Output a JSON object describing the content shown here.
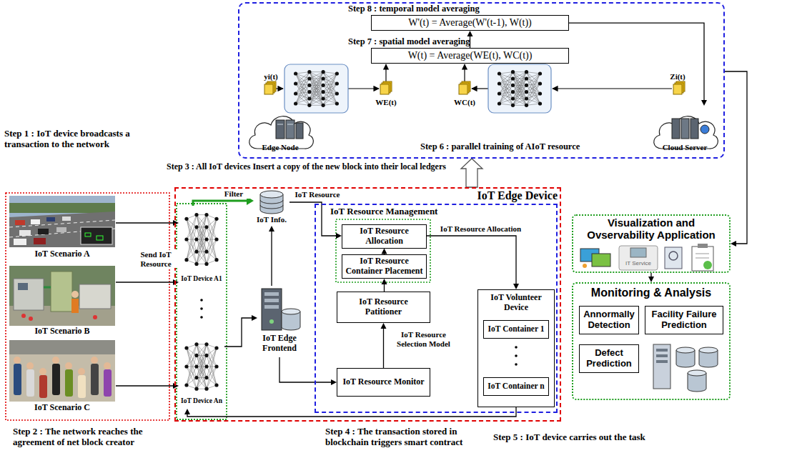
{
  "diagram": {
    "nodes": [
      {
        "text": [
          "Step 8 : temporal model averaging",
          "Step 7 : spatial model averaging",
          "Step 6 : parallel training of AIoT resource"
        ]
      },
      {
        "text": [
          "W'(t) = Average(W'(t-1), W(t))"
        ],
        "in": 0
      },
      {
        "text": [
          "W(t) = Average(WE(t), WC(t))"
        ],
        "in": 0
      },
      {
        "text": [
          "Edge Node"
        ],
        "in": 0
      },
      {
        "text": [
          "Cloud Server"
        ],
        "in": 0
      },
      {
        "text": [
          "IoT Scenario A"
        ]
      },
      {
        "text": [
          "IoT Scenario B"
        ]
      },
      {
        "text": [
          "IoT Scenario C"
        ]
      },
      {
        "text": [
          "IoT Edge Device"
        ]
      },
      {
        "text": [
          "IoT Device A1"
        ],
        "in": 8
      },
      {
        "text": [
          "IoT Device An"
        ],
        "in": 8
      },
      {
        "text": [
          "IoT Info."
        ],
        "in": 8
      },
      {
        "text": [
          "IoT Edge Frontend"
        ],
        "in": 8
      },
      {
        "text": [
          "IoT Resource Management"
        ],
        "in": 8
      },
      {
        "text": [
          "IoT Resource Allocation"
        ],
        "in": 13
      },
      {
        "text": [
          "IoT Resource Container Placement"
        ],
        "in": 13
      },
      {
        "text": [
          "IoT Resource Patitioner"
        ],
        "in": 13
      },
      {
        "text": [
          "IoT Resource Monitor"
        ],
        "in": 13
      },
      {
        "text": [
          "IoT Volunteer Device"
        ],
        "in": 13
      },
      {
        "text": [
          "IoT Container 1"
        ],
        "in": 18
      },
      {
        "text": [
          "IoT Container n"
        ],
        "in": 18
      },
      {
        "text": [
          "Visualization and Ovservability Application"
        ]
      },
      {
        "text": [
          "Monitoring & Analysis"
        ]
      },
      {
        "text": [
          "Annormally Detection"
        ],
        "in": 22
      },
      {
        "text": [
          "Facility Failure Prediction"
        ],
        "in": 22
      },
      {
        "text": [
          "Defect Prediction"
        ],
        "in": 22
      }
    ],
    "edges": [
      {
        "from": 5,
        "to": 9,
        "arrow": "to"
      },
      {
        "from": 6,
        "to": 9,
        "label": "Send IoT Resource",
        "arrow": "to"
      },
      {
        "from": 7,
        "to": 10,
        "arrow": "to"
      },
      {
        "from": 9,
        "to": 11,
        "label": "Filter",
        "arrow": "to"
      },
      {
        "from": 10,
        "to": 12,
        "arrow": "to"
      },
      {
        "from": 12,
        "to": 11,
        "arrow": "to"
      },
      {
        "from": 11,
        "to": 14,
        "label": "IoT Resource",
        "arrow": "to"
      },
      {
        "from": 12,
        "to": 17,
        "arrow": "to"
      },
      {
        "from": 17,
        "to": 16,
        "label": "IoT Resource Selection Model",
        "arrow": "to"
      },
      {
        "from": 16,
        "to": 15,
        "arrow": "to"
      },
      {
        "from": 15,
        "to": 14,
        "arrow": "to"
      },
      {
        "from": 14,
        "to": 18,
        "label": "IoT Resource Allocation",
        "arrow": "to"
      },
      {
        "from": 18,
        "to": 10,
        "arrow": "to"
      },
      {
        "from": 8,
        "to": 0,
        "arrow": "to"
      },
      {
        "from": 2,
        "to": 1,
        "arrow": "to"
      },
      {
        "from": 1,
        "to": 4,
        "arrow": "to"
      },
      {
        "from": 0,
        "to": 21,
        "arrow": "to"
      },
      {
        "from": 21,
        "to": 22,
        "arrow": "to"
      }
    ],
    "labels": [
      "Step 1 : IoT device broadcasts a transaction to the network",
      "Step 3 : All IoT devices Insert a copy of the new block into their local ledgers",
      "Step 2 : The network reaches the agreement of net block creator",
      "Step 4 : The transaction stored in blockchain triggers smart contract",
      "Step 5 : IoT device carries out the task",
      "yi(t)",
      "WE(t)",
      "WC(t)",
      "Zi(t)",
      "IT Service"
    ]
  }
}
